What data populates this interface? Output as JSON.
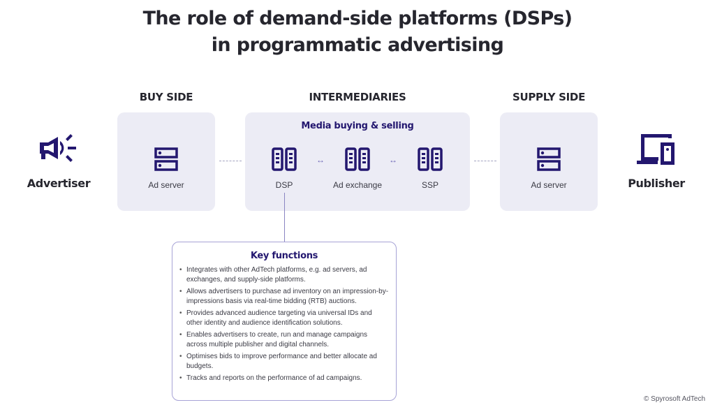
{
  "title": {
    "line1": "The role of demand-side platforms (DSPs)",
    "line2": "in programmatic advertising"
  },
  "colors": {
    "accent": "#23176f",
    "panel_bg": "#ececf5",
    "text_dark": "#26262e",
    "box_border": "#a7a3d6"
  },
  "actors": {
    "advertiser": {
      "label": "Advertiser",
      "icon": "megaphone-icon"
    },
    "publisher": {
      "label": "Publisher",
      "icon": "devices-icon"
    }
  },
  "columns": {
    "buy_side": {
      "heading": "BUY SIDE",
      "nodes": [
        {
          "label": "Ad server",
          "icon": "server-icon"
        }
      ]
    },
    "intermediaries": {
      "heading": "INTERMEDIARIES",
      "subheading": "Media buying & selling",
      "nodes": [
        {
          "label": "DSP",
          "icon": "server-rack-icon"
        },
        {
          "label": "Ad exchange",
          "icon": "server-rack-icon"
        },
        {
          "label": "SSP",
          "icon": "server-rack-icon"
        }
      ],
      "connector_glyph": "↔"
    },
    "supply_side": {
      "heading": "SUPPLY SIDE",
      "nodes": [
        {
          "label": "Ad server",
          "icon": "server-icon"
        }
      ]
    }
  },
  "key_functions": {
    "title": "Key functions",
    "items": [
      "Integrates with other AdTech platforms, e.g. ad servers, ad exchanges, and supply-side platforms.",
      "Allows advertisers to purchase ad inventory on an impression-by-impressions basis via real-time bidding (RTB) auctions.",
      "Provides advanced audience targeting via universal IDs and other identity and audience identification solutions.",
      "Enables advertisers to create, run and manage campaigns across multiple publisher and digital channels.",
      "Optimises bids to improve performance and better allocate ad budgets.",
      "Tracks and reports on the performance of ad campaigns."
    ]
  },
  "footer": {
    "copyright": "© Spyrosoft AdTech"
  }
}
